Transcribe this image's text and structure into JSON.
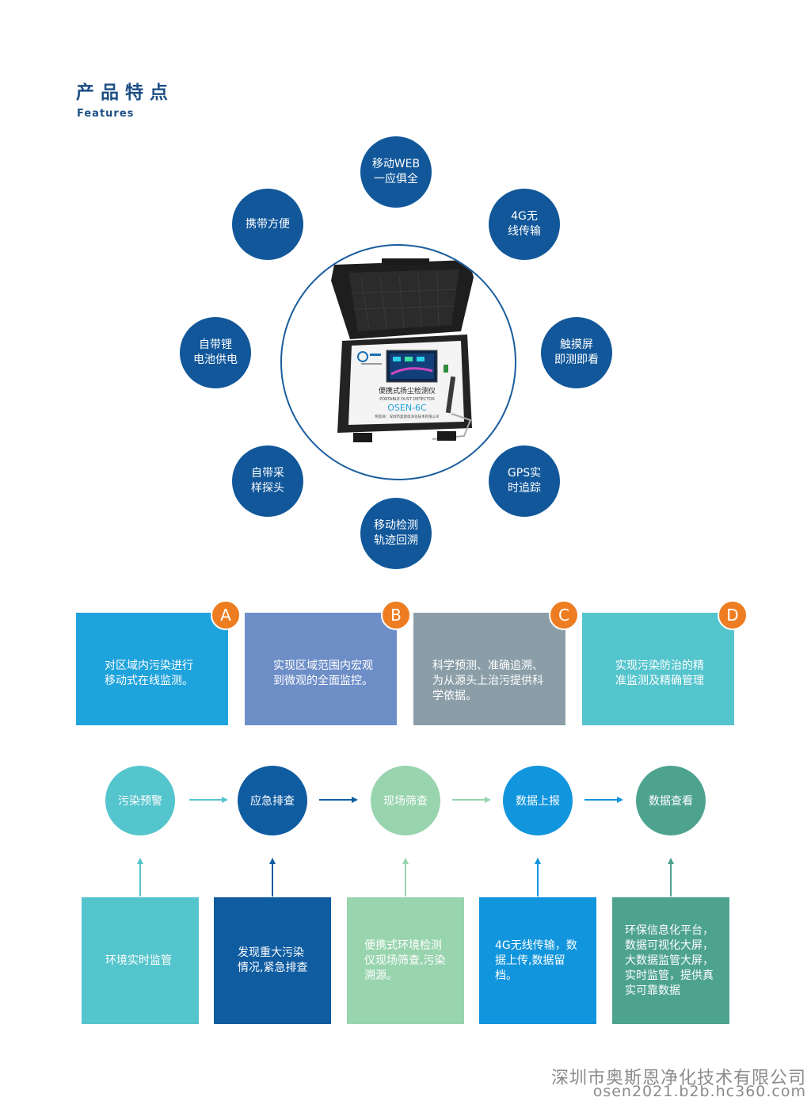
{
  "header": {
    "title_cn": "产品特点",
    "title_en": "Features"
  },
  "features": [
    "移动WEB\n一应俱全",
    "4G无\n线传输",
    "触摸屏\n即测即看",
    "GPS实\n时追踪",
    "移动检测\n轨迹回溯",
    "自带采\n样探头",
    "自带锂\n电池供电",
    "携带方便"
  ],
  "device": {
    "label_cn": "便携式扬尘检测仪",
    "label_en": "PORTABLE DUST DETECTOR",
    "model": "OSEN-6C",
    "maker": "制造商：深圳市奥斯恩净化技术有限公司"
  },
  "benefits": [
    {
      "letter": "A",
      "text": "对区域内污染进行\n移动式在线监测。",
      "color": "#1fa3dc"
    },
    {
      "letter": "B",
      "text": "实现区域范围内宏观\n到微观的全面监控。",
      "color": "#6e8ec8"
    },
    {
      "letter": "C",
      "text": "科学预测、准确追溯、\n为从源头上治污提供科\n学依据。",
      "color": "#8b9ea8"
    },
    {
      "letter": "D",
      "text": "实现污染防治的精\n准监测及精确管理",
      "color": "#55c5cd"
    }
  ],
  "flow": [
    {
      "label": "污染预警",
      "color": "#55c5cd"
    },
    {
      "label": "应急排查",
      "color": "#0f5ca1"
    },
    {
      "label": "现场筛查",
      "color": "#98d4ae"
    },
    {
      "label": "数据上报",
      "color": "#1195dd"
    },
    {
      "label": "数据查看",
      "color": "#4ea38f"
    }
  ],
  "flow_details": [
    {
      "text": "环境实时监管",
      "color": "#55c5cd"
    },
    {
      "text": "发现重大污染\n情况,紧急排查",
      "color": "#0f5ca1"
    },
    {
      "text": "便携式环境检测\n仪现场筛查,污染\n溯源。",
      "color": "#98d4ae"
    },
    {
      "text": "4G无线传输，数\n据上传,数据留档。",
      "color": "#1195dd"
    },
    {
      "text": "环保信息化平台，\n数据可视化大屏，\n大数据监管大屏，\n实时监管，提供真\n实可靠数据",
      "color": "#4ea38f"
    }
  ],
  "footer": {
    "company": "深圳市奥斯恩净化技术有限公司",
    "url": "osen2021.b2b.hc360.com"
  }
}
